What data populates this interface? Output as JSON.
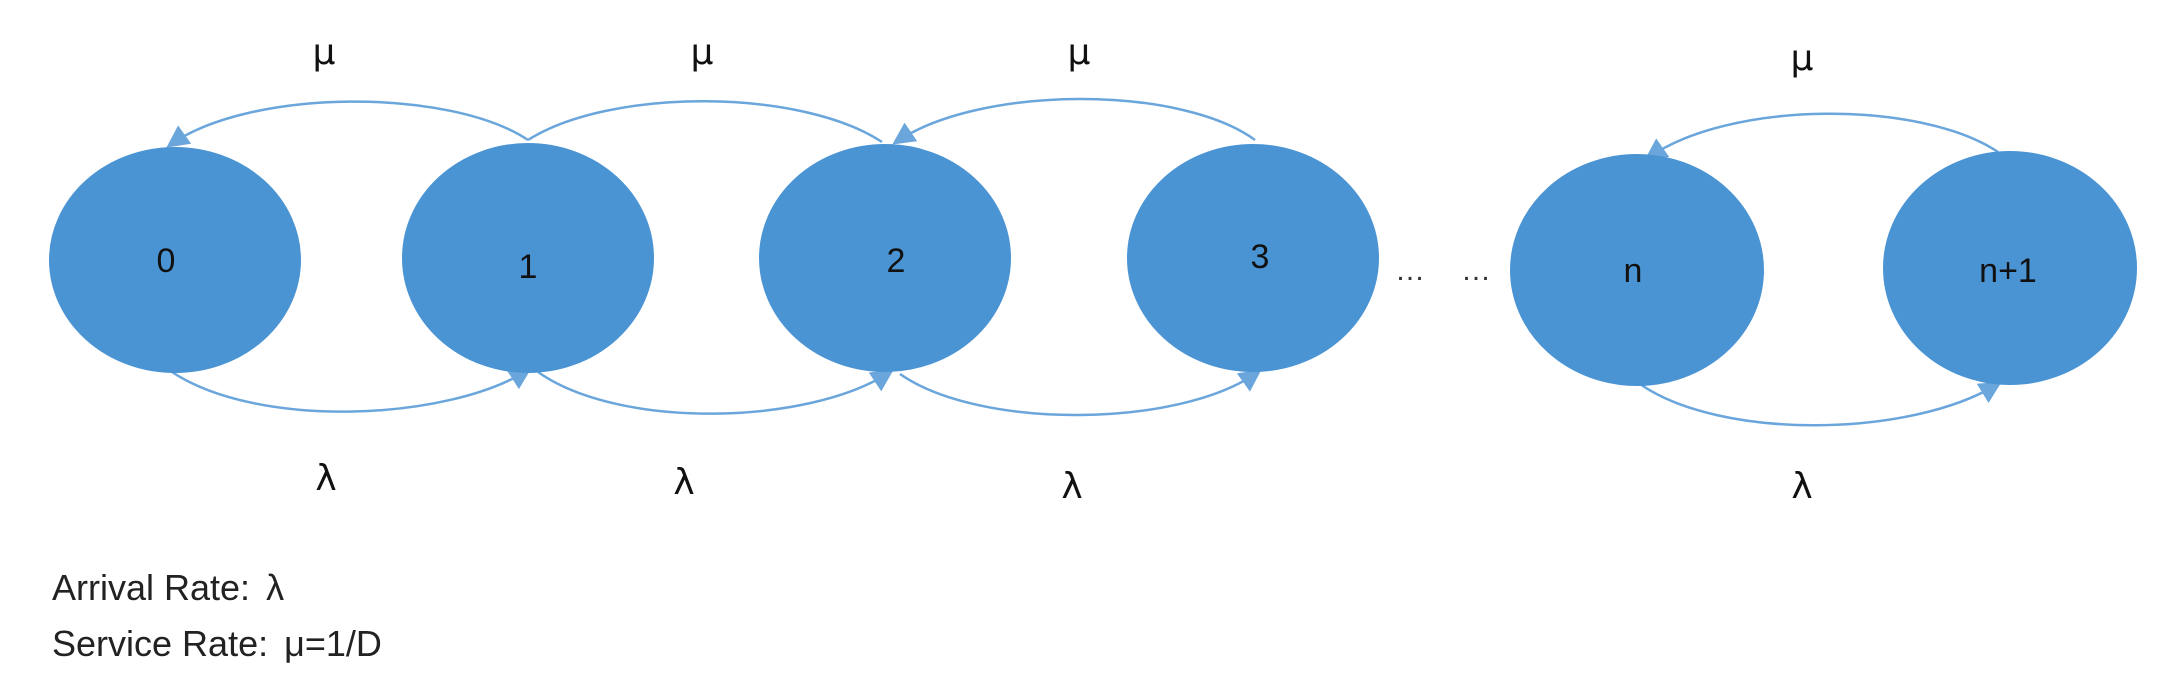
{
  "states": [
    "0",
    "1",
    "2",
    "3",
    "n",
    "n+1"
  ],
  "ellipsis": [
    "…",
    "…"
  ],
  "service_rate_symbol": "μ",
  "arrival_rate_symbol": "λ",
  "legend": {
    "arrival": {
      "label": "Arrival Rate:",
      "value": "λ"
    },
    "service": {
      "label": "Service Rate:",
      "value": "μ=1/D"
    }
  },
  "colors": {
    "node_fill": "#4b94d4",
    "arc_stroke": "#6aa6db"
  }
}
